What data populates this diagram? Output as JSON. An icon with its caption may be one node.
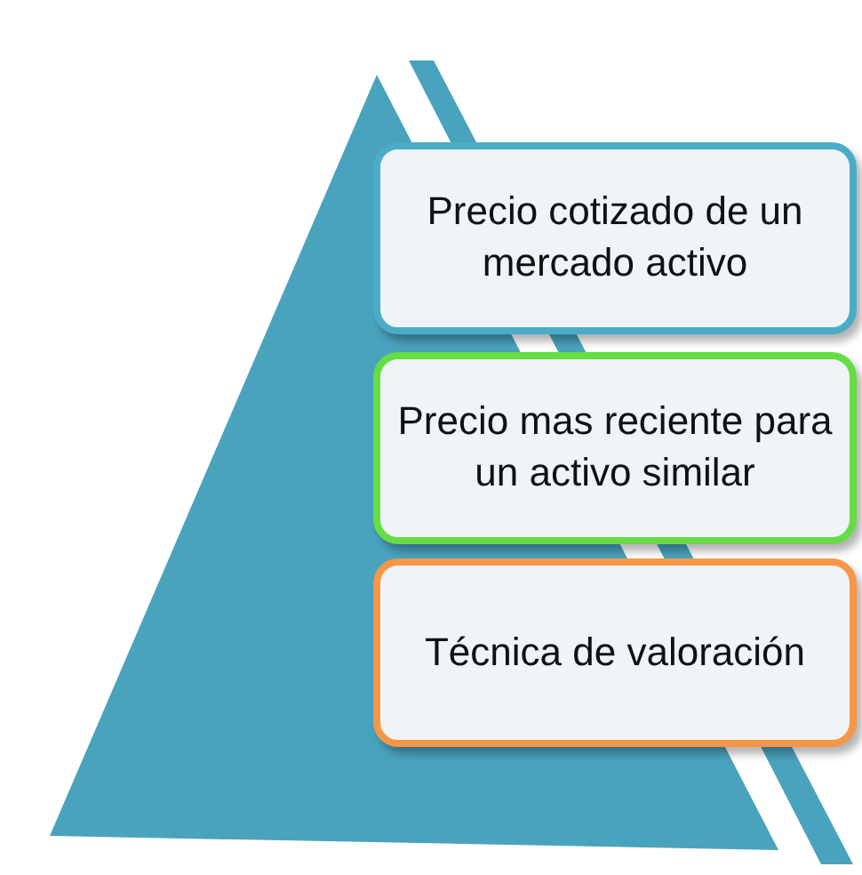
{
  "diagram": {
    "nodes": [
      {
        "text": [
          "Precio cotizado de un mercado activo"
        ]
      },
      {
        "text": [
          "Precio mas reciente para un activo similar"
        ]
      },
      {
        "text": [
          "Técnica de valoración"
        ]
      }
    ]
  }
}
